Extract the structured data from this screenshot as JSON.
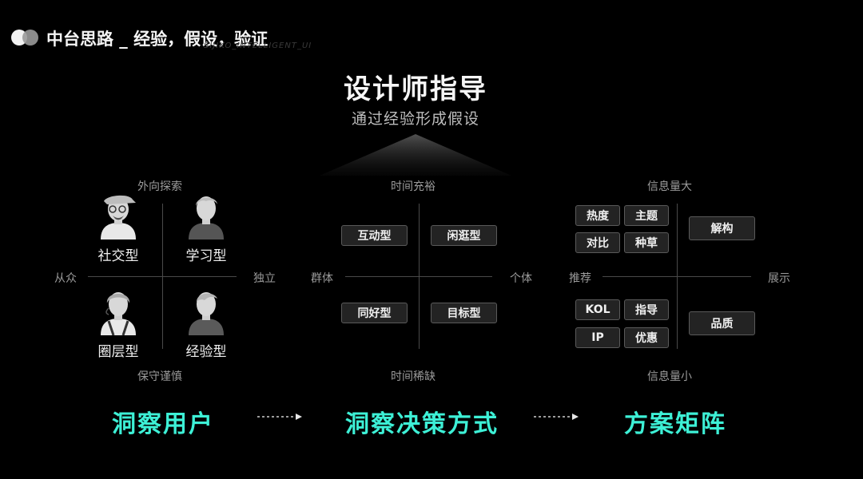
{
  "header": {
    "title": "中台思路 _ 经验，假设，验证",
    "watermark": "SIJIKO_INTELLIGENT_UI"
  },
  "center": {
    "title": "设计师指导",
    "subtitle": "通过经验形成假设"
  },
  "quadrant_users": {
    "top": "外向探索",
    "bottom": "保守谨慎",
    "left": "从众",
    "right": "独立",
    "personas": [
      {
        "label": "社交型"
      },
      {
        "label": "学习型"
      },
      {
        "label": "圈层型"
      },
      {
        "label": "经验型"
      }
    ]
  },
  "quadrant_decision": {
    "top": "时间充裕",
    "bottom": "时间稀缺",
    "left": "群体",
    "right": "个体",
    "tags": [
      "互动型",
      "闲逛型",
      "同好型",
      "目标型"
    ]
  },
  "quadrant_matrix": {
    "top": "信息量大",
    "bottom": "信息量小",
    "left": "推荐",
    "right": "展示",
    "top_tags": [
      "热度",
      "主题",
      "对比",
      "种草"
    ],
    "bottom_tags": [
      "KOL",
      "指导",
      "IP",
      "优惠"
    ],
    "right_top": "解构",
    "right_bottom": "品质"
  },
  "flow": {
    "step1": "洞察用户",
    "step2": "洞察决策方式",
    "step3": "方案矩阵"
  },
  "colors": {
    "accent": "#3df0d6",
    "background": "#000000"
  }
}
